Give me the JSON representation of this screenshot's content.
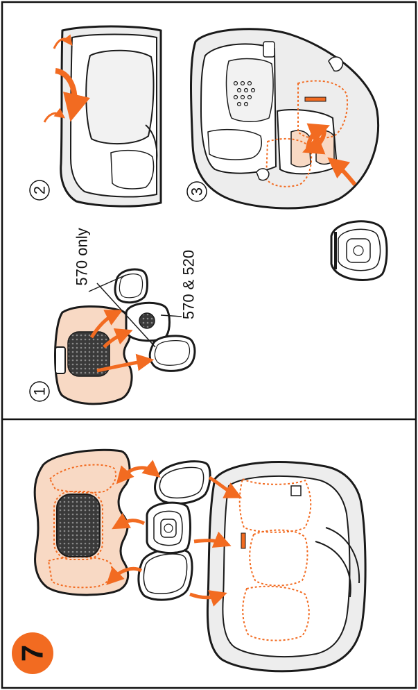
{
  "step": {
    "number": "7",
    "badge_color": "#F26B21"
  },
  "substeps": [
    {
      "marker": "1",
      "labels": {
        "top": "570 only",
        "bottom": "570 & 520"
      }
    },
    {
      "marker": "2"
    },
    {
      "marker": "3"
    }
  ],
  "colors": {
    "accent": "#F26B21",
    "pad_fill": "#F8D9C4",
    "outline": "#1a1a1a",
    "seat_fill": "#EDEDED"
  },
  "icons": [
    "arrow-icon",
    "headrest-pad-icon",
    "side-wing-pad-icon",
    "seat-icon",
    "buckle-pad-icon"
  ]
}
